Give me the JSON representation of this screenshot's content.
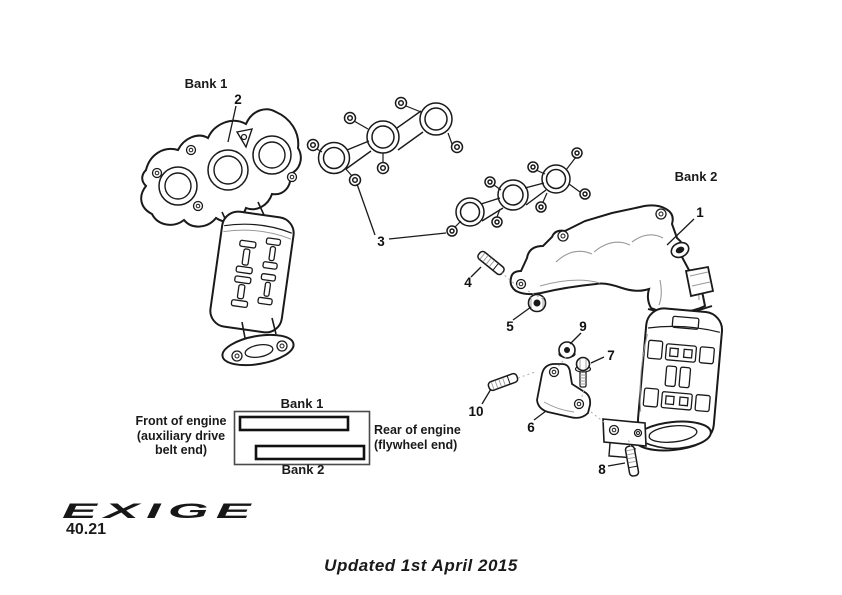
{
  "diagram": {
    "bank1_label": "Bank 1",
    "bank2_label": "Bank 2",
    "callouts": [
      "1",
      "2",
      "3",
      "4",
      "5",
      "6",
      "7",
      "8",
      "9",
      "10"
    ]
  },
  "legend": {
    "bank1_label": "Bank 1",
    "bank2_label": "Bank 2",
    "front_lines": [
      "Front of engine",
      "(auxiliary drive",
      "belt end)"
    ],
    "rear_lines": [
      "Rear of engine",
      "(flywheel end)"
    ]
  },
  "footer": {
    "logo_text": "EXIGE",
    "page_number": "40.21",
    "updated_text": "Updated 1st April 2015"
  },
  "colors": {
    "ink": "#1a1a1a",
    "detail_line": "#999999",
    "background": "#ffffff"
  }
}
